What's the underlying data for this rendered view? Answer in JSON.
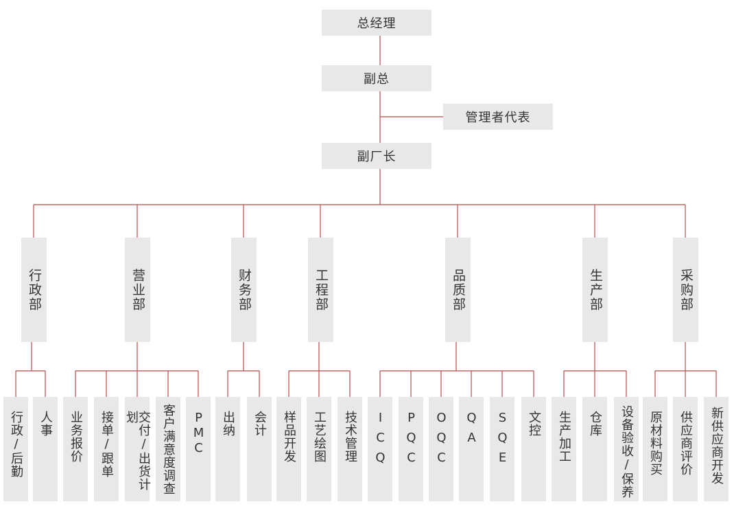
{
  "colors": {
    "line": "#b94a48",
    "box": "#e8e8e8",
    "text": "#333333"
  },
  "top": {
    "ceo": "总经理",
    "vp": "副总",
    "mgmt_rep": "管理者代表",
    "deputy_factory": "副厂长"
  },
  "departments": [
    {
      "name": "行政部",
      "items": [
        "行政/后勤",
        "人事"
      ]
    },
    {
      "name": "营业部",
      "items": [
        "业务报价",
        "接单/跟单",
        "交付/出货计划",
        "客户满意度调查",
        "PMC"
      ]
    },
    {
      "name": "财务部",
      "items": [
        "出纳",
        "会计"
      ]
    },
    {
      "name": "工程部",
      "items": [
        "样品开发",
        "工艺绘图",
        "技术管理"
      ]
    },
    {
      "name": "品质部",
      "items": [
        "ICQ",
        "PQC",
        "OQC",
        "QA",
        "SQE",
        "文控"
      ]
    },
    {
      "name": "生产部",
      "items": [
        "生产加工",
        "仓库",
        "设备验收/保养"
      ]
    },
    {
      "name": "采购部",
      "items": [
        "原材料购买",
        "供应商评价",
        "新供应商开发"
      ]
    }
  ]
}
